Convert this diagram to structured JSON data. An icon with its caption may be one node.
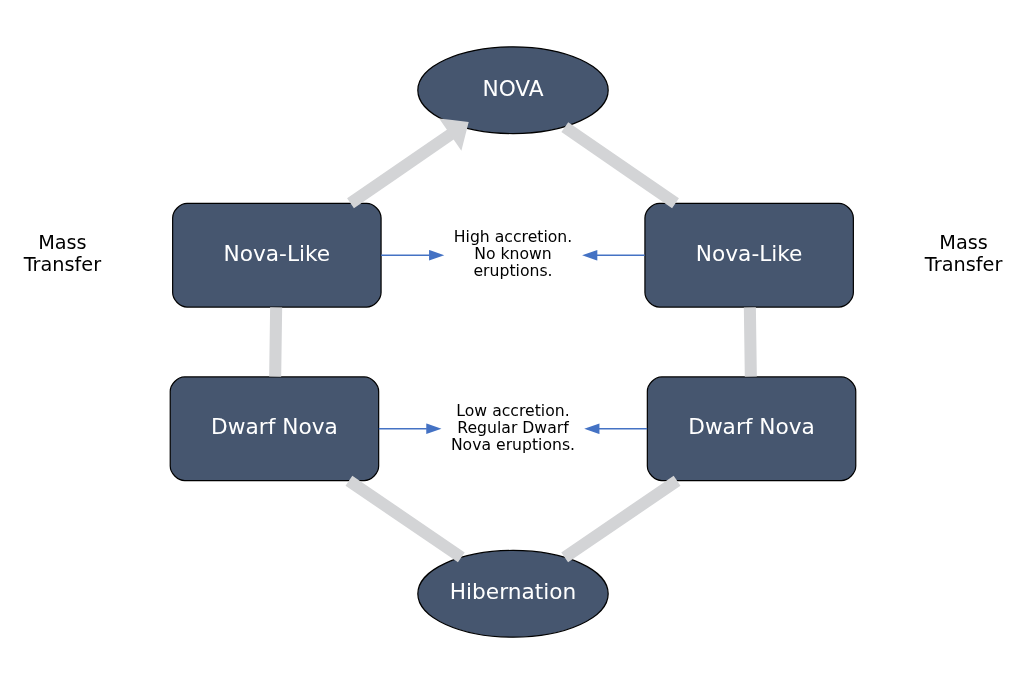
{
  "diagram": {
    "nodes": [
      {
        "text": [
          "NOVA"
        ]
      },
      {
        "text": [
          "Nova-Like"
        ]
      },
      {
        "text": [
          "Nova-Like"
        ]
      },
      {
        "text": [
          "High accretion. No known eruptions."
        ]
      },
      {
        "text": [
          "Low accretion. Regular Dwarf Nova eruptions."
        ]
      },
      {
        "text": [
          "Dwarf Nova"
        ]
      },
      {
        "text": [
          "Dwarf Nova"
        ]
      },
      {
        "text": [
          "Hibernation"
        ]
      }
    ],
    "edges": [
      {
        "from": 0,
        "to": 2,
        "arrow": "none"
      },
      {
        "from": 2,
        "to": 6,
        "arrow": "none"
      },
      {
        "from": 6,
        "to": 7,
        "arrow": "none"
      },
      {
        "from": 7,
        "to": 5,
        "arrow": "none"
      },
      {
        "from": 5,
        "to": 1,
        "arrow": "none"
      },
      {
        "from": 1,
        "to": 0,
        "arrow": "to"
      },
      {
        "from": 1,
        "to": 3,
        "arrow": "to",
        "color": "#4472c4"
      },
      {
        "from": 2,
        "to": 3,
        "arrow": "to",
        "color": "#4472c4"
      },
      {
        "from": 5,
        "to": 4,
        "arrow": "to",
        "color": "#4472c4"
      },
      {
        "from": 6,
        "to": 4,
        "arrow": "to",
        "color": "#4472c4"
      }
    ],
    "labels": [
      "Mass Transfer",
      "Mass Transfer"
    ]
  }
}
